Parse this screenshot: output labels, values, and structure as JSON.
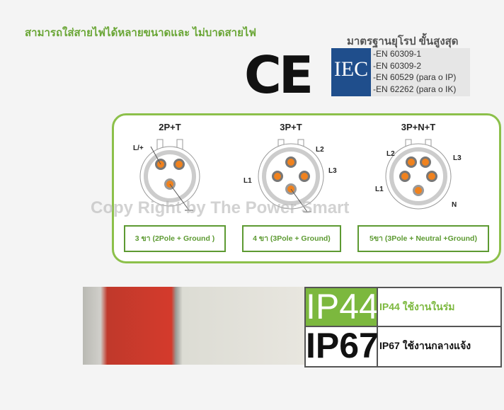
{
  "heading": "สามารถใส่สายไฟได้หลายขนาดและ ไม่บาดสายไฟ",
  "ce_mark": "CE",
  "standards": {
    "title": "มาตรฐานยุโรป ขั้นสูงสุด",
    "logo": "IEC",
    "items": [
      "-EN 60309-1",
      "-EN 60309-2",
      "-EN 60529 (para o IP)",
      "-EN 62262 (para o IK)"
    ]
  },
  "sockets": [
    {
      "title": "2P+T",
      "pins": [
        "L/+"
      ],
      "label": "3 ขา  (2Pole + Ground )"
    },
    {
      "title": "3P+T",
      "pins": [
        "L1",
        "L2",
        "L3"
      ],
      "label": "4 ขา  (3Pole + Ground)"
    },
    {
      "title": "3P+N+T",
      "pins": [
        "L1",
        "L2",
        "L3",
        "N"
      ],
      "label": "5ขา  (3Pole + Neutral +Ground)"
    }
  ],
  "watermark": "Copy Right by The Power Smart",
  "ip": [
    {
      "code": "IP44",
      "desc": "IP44 ใช้งานในร่ม",
      "color": "#7cb83e"
    },
    {
      "code": "IP67",
      "desc": "IP67 ใช้งานกลางแจ้ง",
      "color": "#111111"
    }
  ]
}
